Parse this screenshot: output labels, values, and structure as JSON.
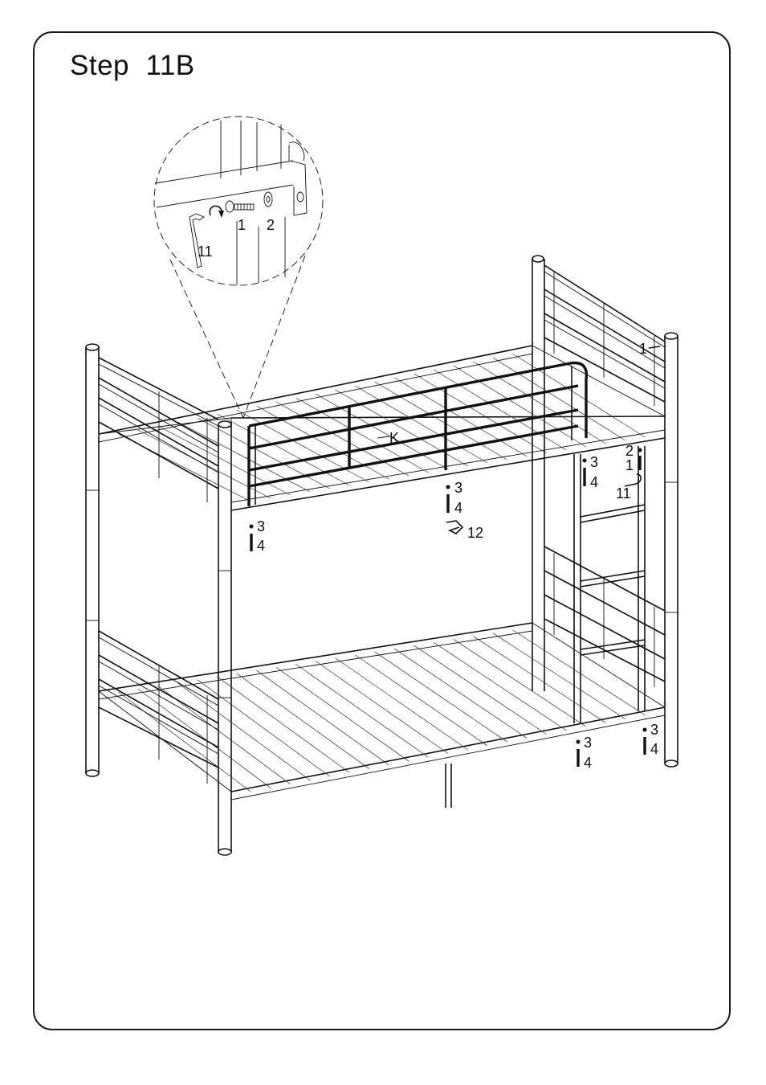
{
  "step": {
    "title": "Step  11B"
  },
  "labels": {
    "rail": "K",
    "detail_wrench": "11",
    "detail_bolt": "1",
    "detail_washer": "2",
    "right_bolt": "1",
    "right_top_washer": "2",
    "right_top_bolt": "1",
    "right_top_wrench": "11",
    "ladder_cap": "3",
    "ladder_screw": "4",
    "mid_cap": "3",
    "mid_screw": "4",
    "mid_tool": "12",
    "left_cap": "3",
    "left_screw": "4",
    "bottom_mid_cap": "3",
    "bottom_mid_screw": "4",
    "bottom_right_cap": "3",
    "bottom_right_screw": "4"
  },
  "parts": [
    {
      "id": "1",
      "name": "bolt"
    },
    {
      "id": "2",
      "name": "washer"
    },
    {
      "id": "3",
      "name": "cap"
    },
    {
      "id": "4",
      "name": "screw"
    },
    {
      "id": "11",
      "name": "allen-wrench"
    },
    {
      "id": "12",
      "name": "tool"
    },
    {
      "id": "K",
      "name": "guard-rail"
    }
  ]
}
